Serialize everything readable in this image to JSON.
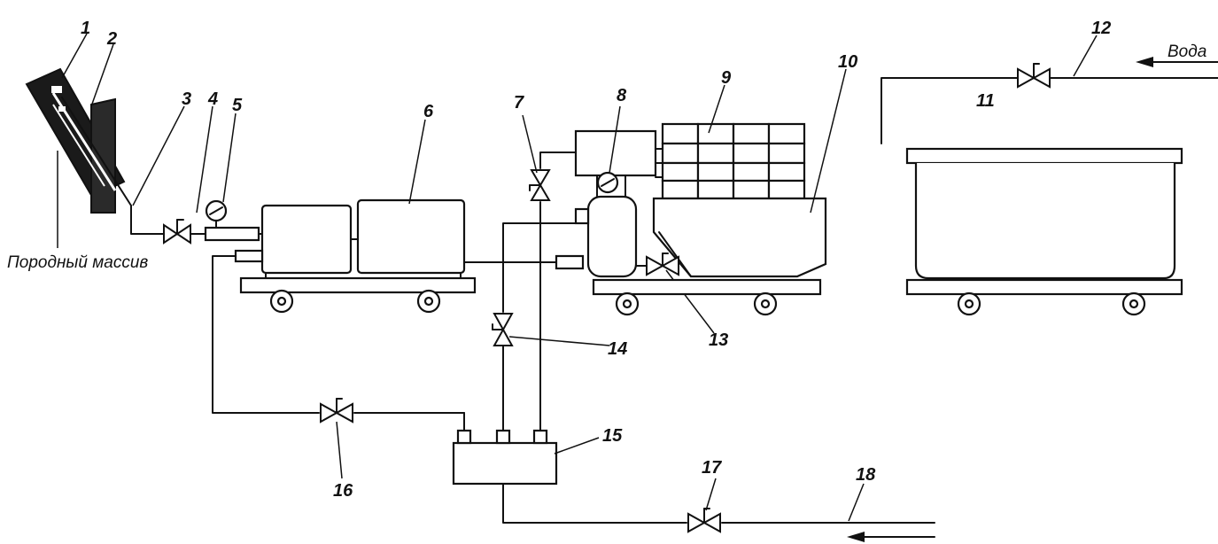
{
  "labels": {
    "n1": "1",
    "n2": "2",
    "n3": "3",
    "n4": "4",
    "n5": "5",
    "n6": "6",
    "n7": "7",
    "n8": "8",
    "n9": "9",
    "n10": "10",
    "n11": "11",
    "n12": "12",
    "n13": "13",
    "n14": "14",
    "n15": "15",
    "n16": "16",
    "n17": "17",
    "n18": "18"
  },
  "captions": {
    "rock_mass": "Породный массив",
    "water": "Вода"
  },
  "colors": {
    "ink": "#111111",
    "paper": "#ffffff"
  }
}
